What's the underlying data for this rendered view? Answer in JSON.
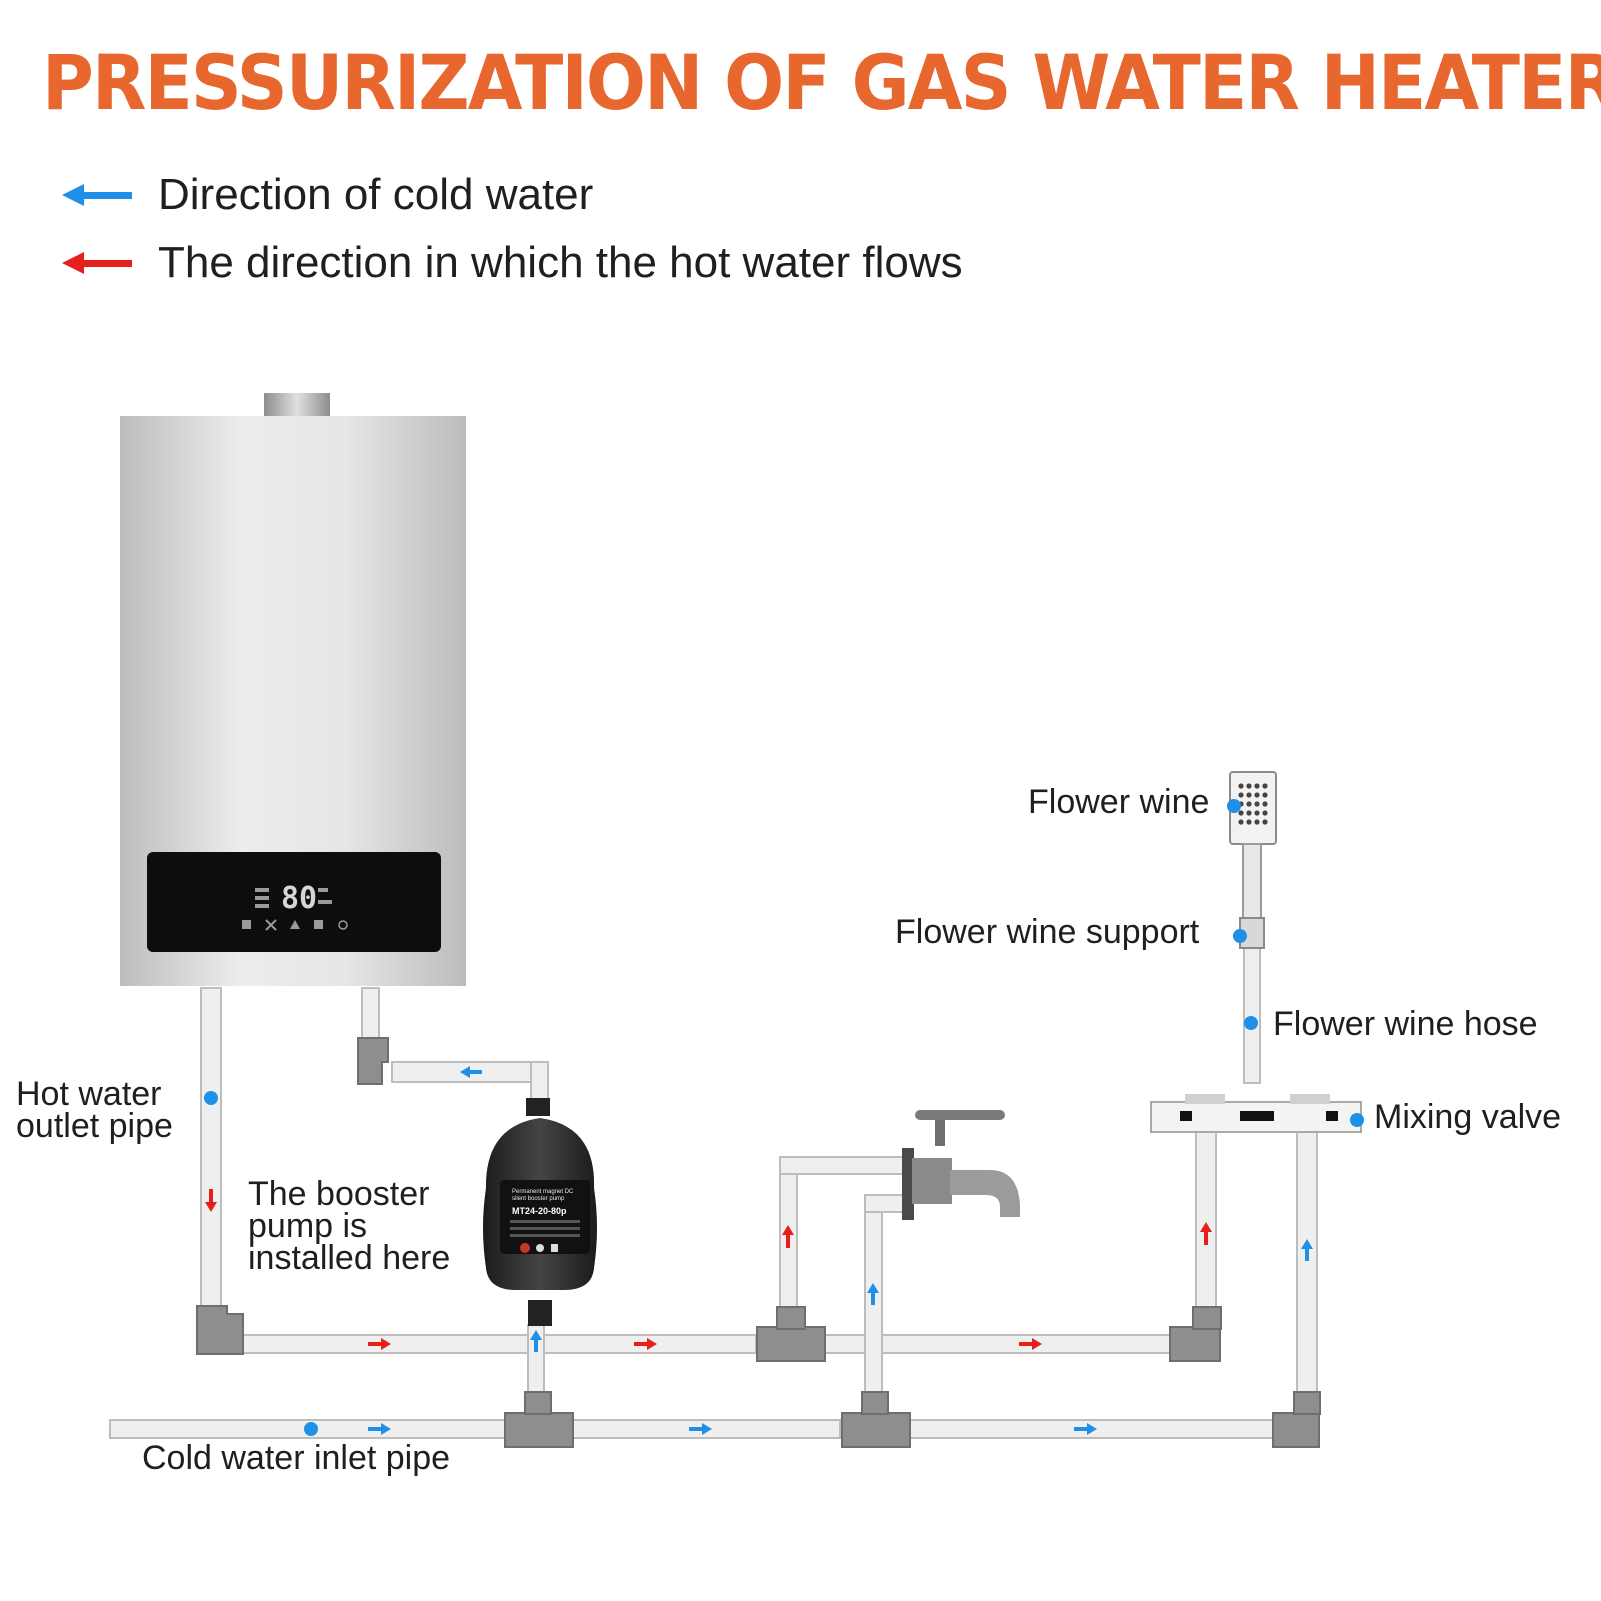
{
  "title": "PRESSURIZATION OF GAS WATER HEATER",
  "legend": [
    {
      "text": "Direction of cold water",
      "color": "#1e90e8",
      "icon": "blue-arrow-left-icon"
    },
    {
      "text": "The direction in which the hot water flows",
      "color": "#e5201c",
      "icon": "red-arrow-left-icon"
    }
  ],
  "labels": {
    "flower_wine": "Flower wine",
    "flower_wine_support": "Flower wine support",
    "flower_wine_hose": "Flower wine hose",
    "mixing_valve": "Mixing valve",
    "hot_water_outlet_line1": "Hot water",
    "hot_water_outlet_line2": "outlet pipe",
    "booster_line1": "The booster",
    "booster_line2": "pump is",
    "booster_line3": "installed here",
    "cold_water_inlet": "Cold water inlet pipe"
  },
  "heater_display": {
    "digits": "80"
  },
  "pump": {
    "name_line1": "Permanent magnet DC",
    "name_line2": "silent booster pump",
    "model": "MT24-20-80p"
  },
  "colors": {
    "accent": "#e8672e",
    "cold": "#1e90e8",
    "hot": "#e5201c",
    "pipe": "#d9d9d9",
    "fitting": "#8a8a8a"
  }
}
